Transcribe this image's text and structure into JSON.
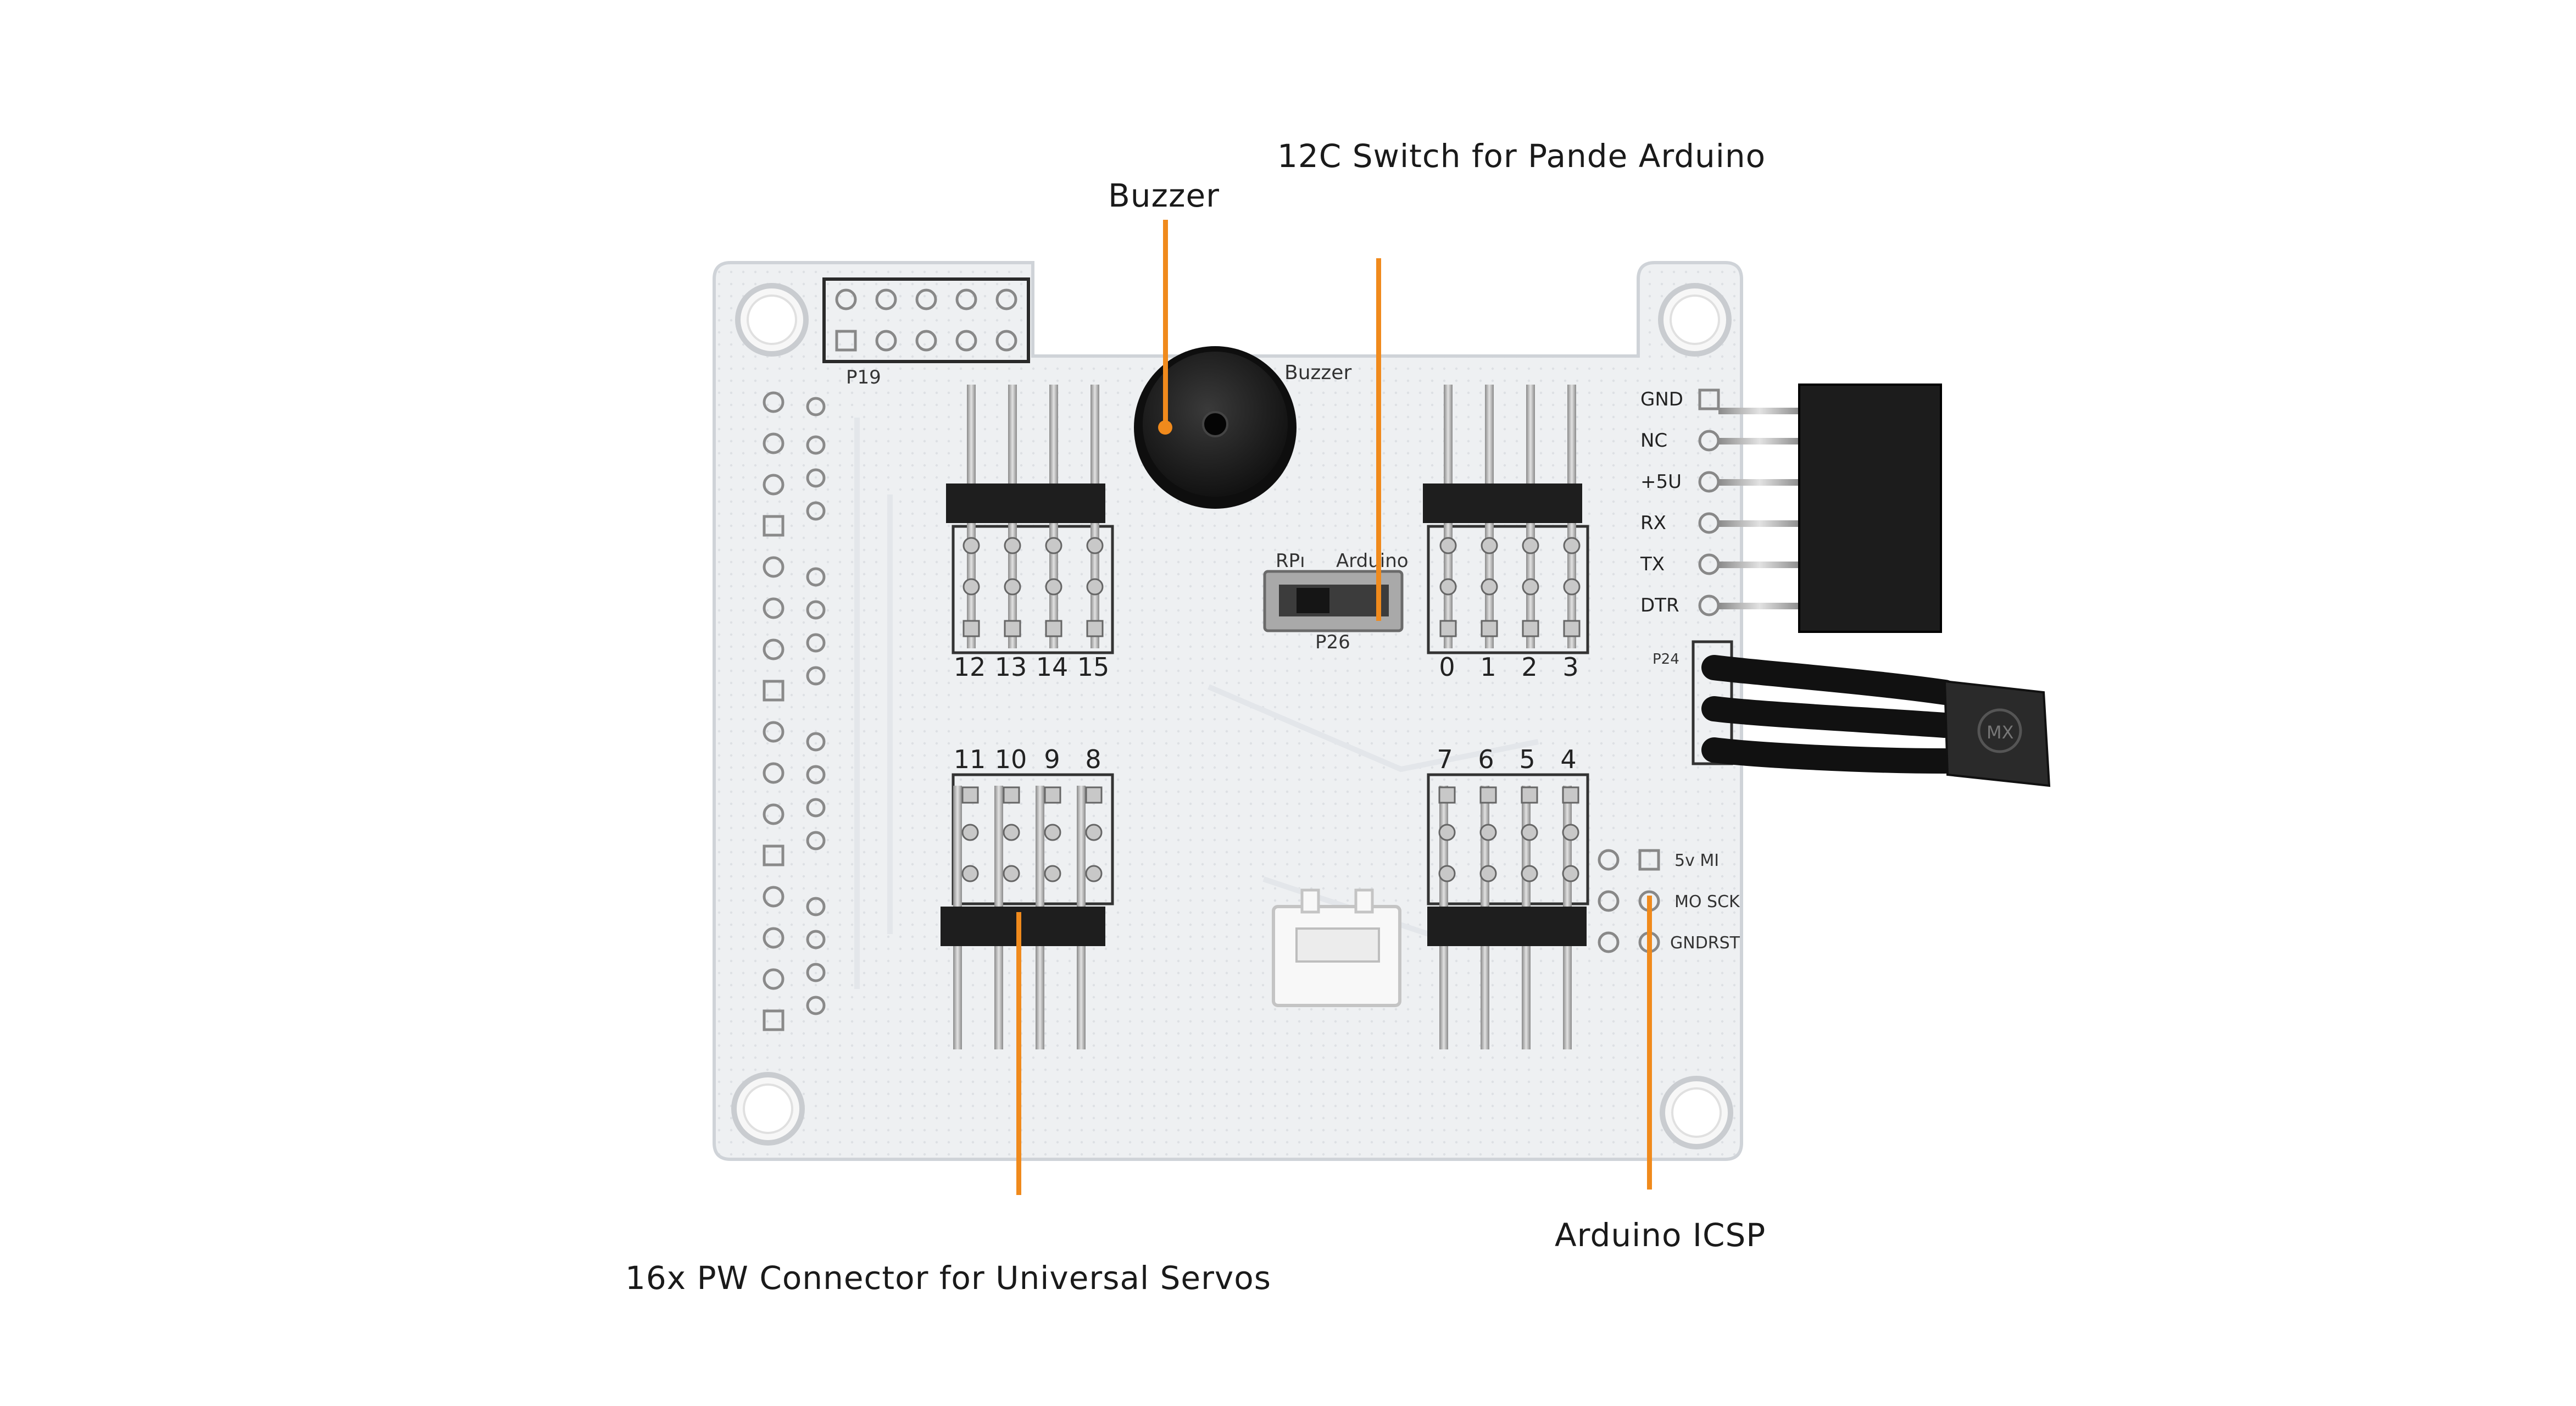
{
  "callouts": {
    "i2c_switch": "12C Switch for Pande Arduino",
    "buzzer": "Buzzer",
    "servo_connectors": "16x PW Connector for Universal Servos",
    "icsp": "Arduino ICSP"
  },
  "silkscreen": {
    "p19": "P19",
    "buzzer": "Buzzer",
    "rp": "RPı",
    "arduino": "Arduino",
    "p26": "P26",
    "p24": "P24",
    "uart_pins": [
      "GND",
      "NC",
      "+5U",
      "RX",
      "TX",
      "DTR"
    ],
    "icsp_row1": "5v  MI",
    "icsp_row2": "MO SCK",
    "icsp_row3": "GNDRST",
    "group_top_left": [
      "12",
      "13",
      "14",
      "15"
    ],
    "group_top_right": [
      "0",
      "1",
      "2",
      "3"
    ],
    "group_bottom_left": [
      "11",
      "10",
      "9",
      "8"
    ],
    "group_bottom_right": [
      "7",
      "6",
      "5",
      "4"
    ],
    "sensor_mark": "MX"
  },
  "colors": {
    "leader": "#f08a1c",
    "board": "#eef0f2",
    "header_black": "#1e1e1e",
    "pin_silver": "#b9b9b9"
  }
}
